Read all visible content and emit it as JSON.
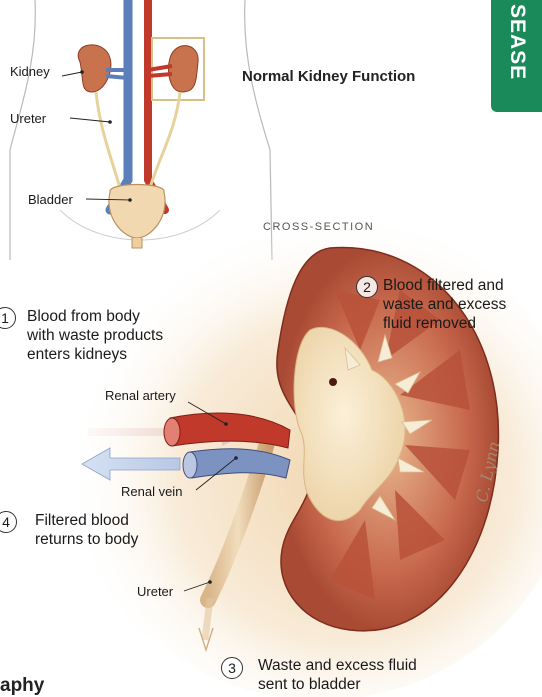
{
  "side_tab": {
    "text": "SEASE"
  },
  "title": "Normal Kidney Function",
  "body_labels": {
    "kidney": "Kidney",
    "ureter": "Ureter",
    "bladder": "Bladder"
  },
  "cross_section": "CROSS-SECTION",
  "steps": [
    {
      "num": "1",
      "line1": "Blood from body",
      "line2": "with waste products",
      "line3": "enters kidneys"
    },
    {
      "num": "2",
      "line1": "Blood filtered and",
      "line2": "waste and excess",
      "line3": "fluid removed"
    },
    {
      "num": "3",
      "line1": "Waste and excess fluid",
      "line2": "sent to bladder"
    },
    {
      "num": "4",
      "line1": "Filtered blood",
      "line2": "returns to body"
    }
  ],
  "kidney_labels": {
    "renal_artery": "Renal artery",
    "renal_vein": "Renal vein",
    "ureter": "Ureter"
  },
  "signature": "C. Lynn",
  "footer_text": "aphy",
  "colors": {
    "tab_green": "#1a8a5a",
    "artery_red": "#c0392b",
    "vein_blue": "#5b7fb8",
    "kidney_tan": "#f2d9b5"
  }
}
